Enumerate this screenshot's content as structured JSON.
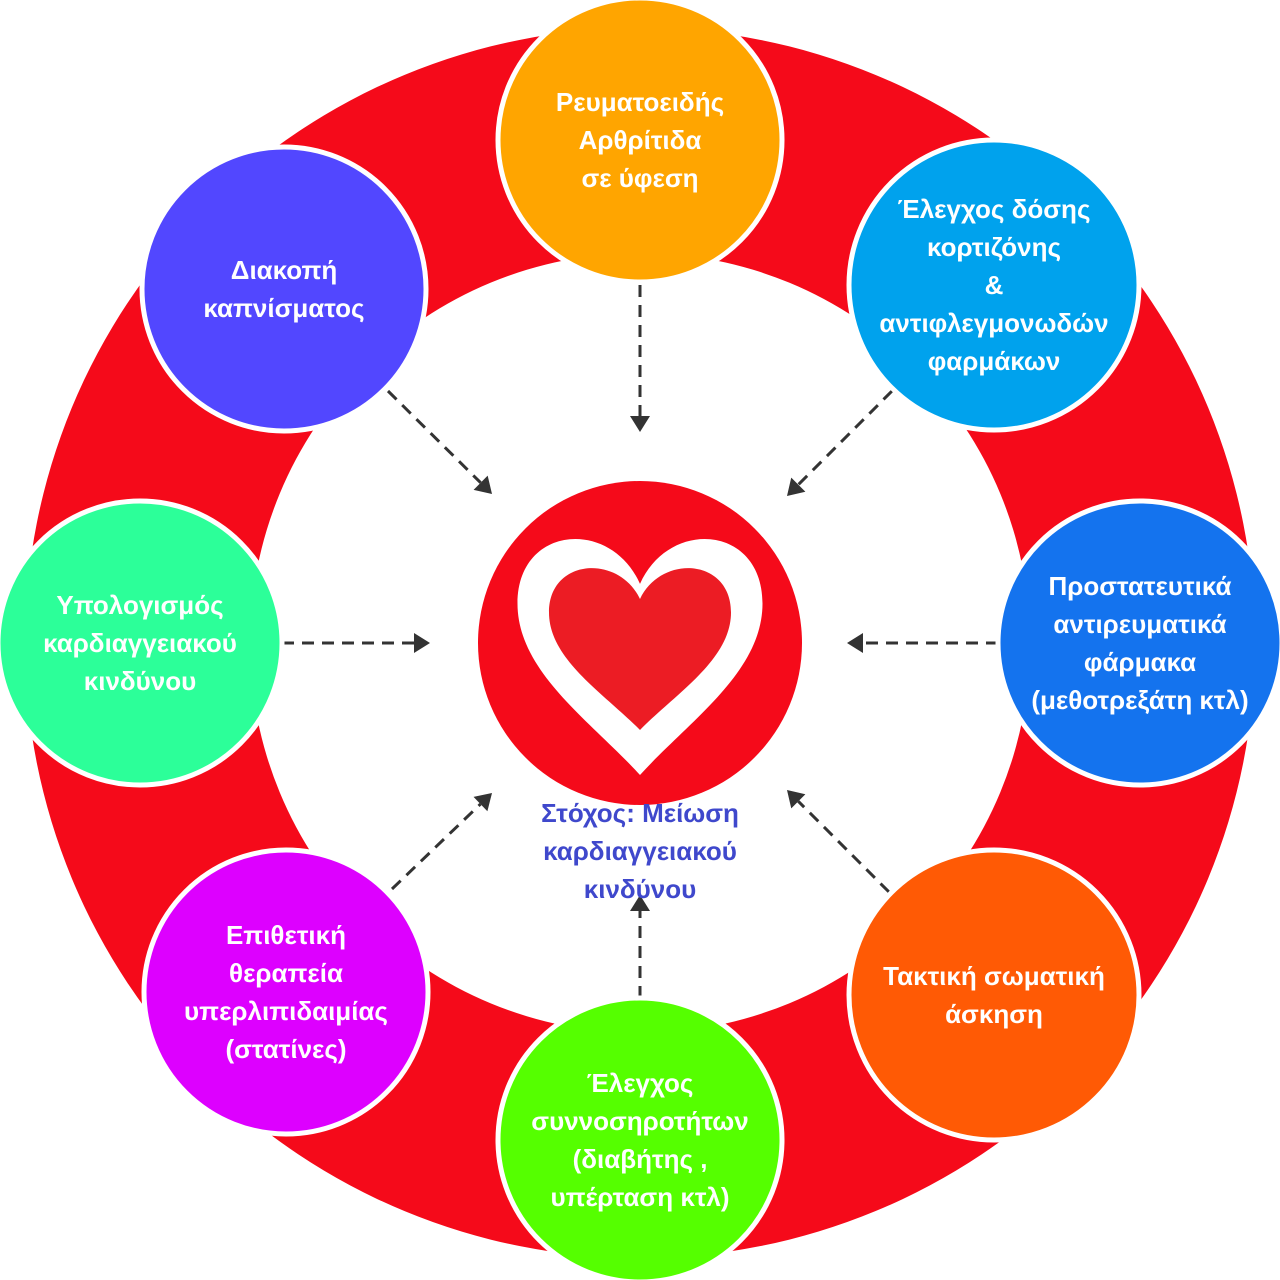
{
  "diagram": {
    "ring_color": "#f50a1a",
    "center_color": "#f50a1a",
    "heart_fill": "#ec1c24",
    "heart_outline": "#ffffff",
    "goal": [
      "Στόχος: Μείωση",
      "καρδιαγγειακού",
      "κινδύνου"
    ],
    "nodes": [
      {
        "id": "ra-remission",
        "color": "#ffa500",
        "lines": [
          "Ρευματοειδής",
          "Αρθρίτιδα",
          "σε ύφεση"
        ]
      },
      {
        "id": "steroid-control",
        "color": "#00a2ed",
        "lines": [
          "Έλεγχος δόσης",
          "κορτιζόνης",
          "&",
          "αντιφλεγμονωδών",
          "φαρμάκων"
        ]
      },
      {
        "id": "dmards",
        "color": "#1473ee",
        "lines": [
          "Προστατευτικά",
          "αντιρευματικά",
          "φάρμακα",
          "(μεθοτρεξάτη κτλ)"
        ]
      },
      {
        "id": "exercise",
        "color": "#ff5a05",
        "lines": [
          "Τακτική σωματική",
          "άσκηση"
        ]
      },
      {
        "id": "comorbidities",
        "color": "#55ff00",
        "lines": [
          "Έλεγχος",
          "συννοσηροτήτων",
          "(διαβήτης ,",
          "υπέρταση κτλ)"
        ]
      },
      {
        "id": "statins",
        "color": "#dd00ff",
        "lines": [
          "Επιθετική",
          "θεραπεία",
          "υπερλιπιδαιμίας",
          "(στατίνες)"
        ]
      },
      {
        "id": "risk-calc",
        "color": "#2cff99",
        "lines": [
          "Υπολογισμός",
          "καρδιαγγειακού",
          "κινδύνου"
        ]
      },
      {
        "id": "smoking",
        "color": "#5247ff",
        "lines": [
          "Διακοπή",
          "καπνίσματος"
        ]
      }
    ]
  }
}
